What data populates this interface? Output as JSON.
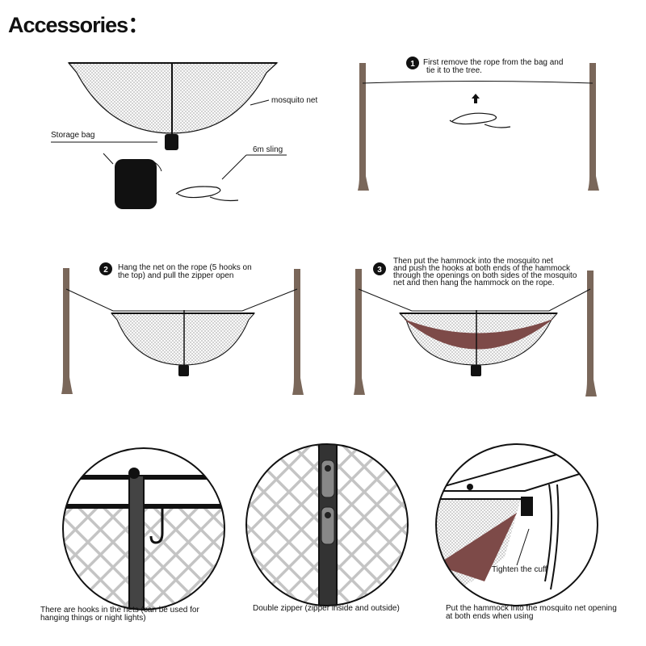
{
  "title": "Accessories：",
  "panel1": {
    "mosquito_net": "mosquito net",
    "storage_bag": "Storage bag",
    "sling": "6m sling"
  },
  "step1": {
    "number": "1",
    "line1": "First remove the rope from the bag and",
    "line2": "tie it to the tree."
  },
  "step2": {
    "number": "2",
    "line1": "Hang the net on the rope (5 hooks on",
    "line2": "the top) and pull the zipper open"
  },
  "step3": {
    "number": "3",
    "line1": "Then put the hammock into the mosquito net",
    "line2": "and push the hooks at both ends of the hammock",
    "line3": " through the openings on both sides of the mosquito",
    "line4": "net and then hang the hammock on the rope."
  },
  "details": {
    "hooks": {
      "line1": "There are hooks in the nets (can be used for",
      "line2": "hanging things or night lights)"
    },
    "zipper": {
      "line1": "Double zipper (zipper inside and outside)"
    },
    "cuff": {
      "label": "Tighten the cuff",
      "line1": "Put the hammock into the mosquito net opening",
      "line2": "at both ends when using"
    }
  },
  "colors": {
    "tree": "#7a675a",
    "hammock": "#7d4a48",
    "mesh": "#bdbdbd"
  }
}
